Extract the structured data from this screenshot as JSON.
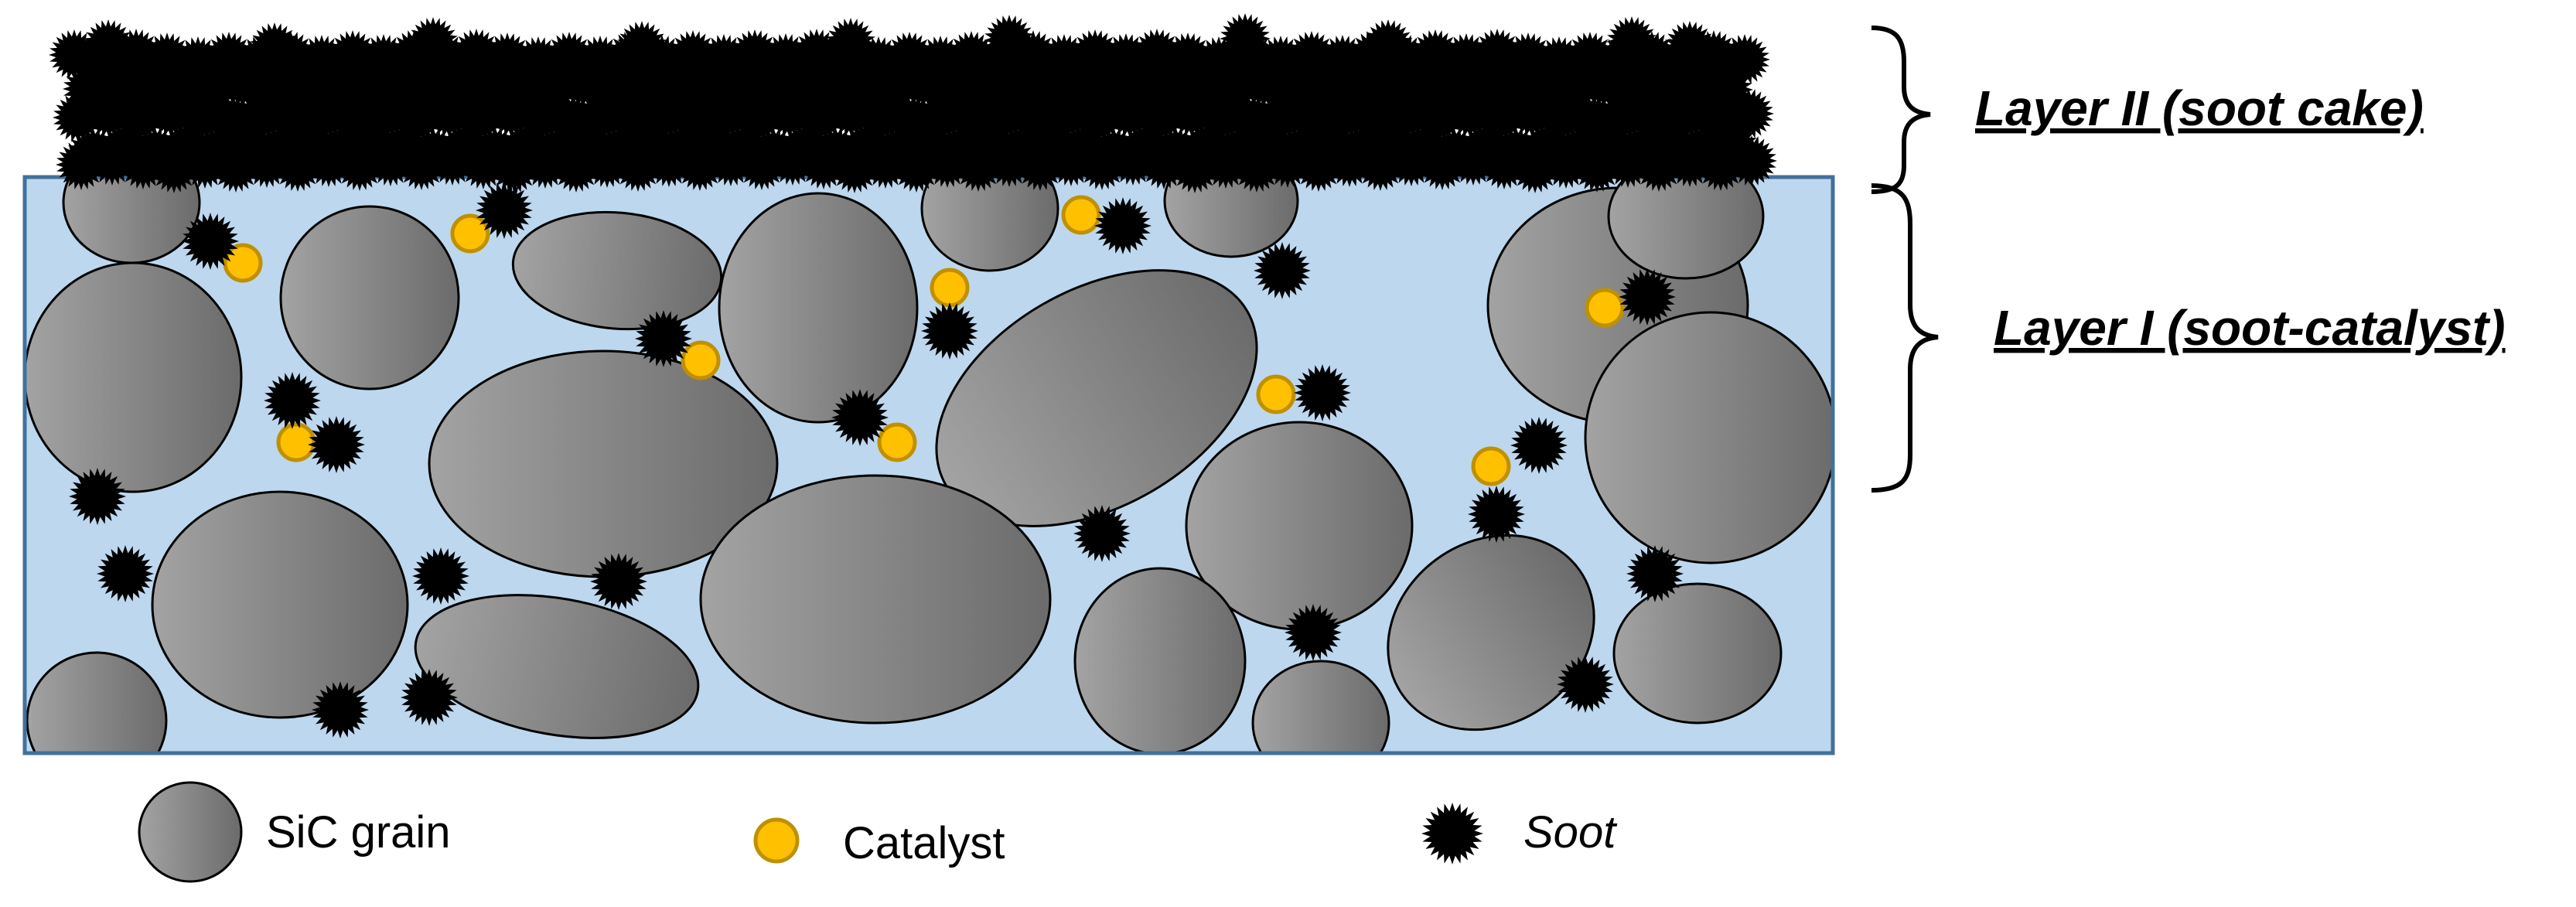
{
  "labels": {
    "layer_2": "Layer II (soot cake)",
    "layer_1": "Layer I (soot-catalyst)"
  },
  "legend": {
    "sic_grain": "SiC grain",
    "catalyst": "Catalyst",
    "soot": "Soot"
  },
  "colors": {
    "filter_bg": "#bdd7ee",
    "filter_border": "#41719c",
    "grain_light": "#a3a3a3",
    "grain_dark": "#6b6b6b",
    "catalyst": "#ffc000",
    "catalyst_border": "#bf9000",
    "soot": "#000000"
  }
}
